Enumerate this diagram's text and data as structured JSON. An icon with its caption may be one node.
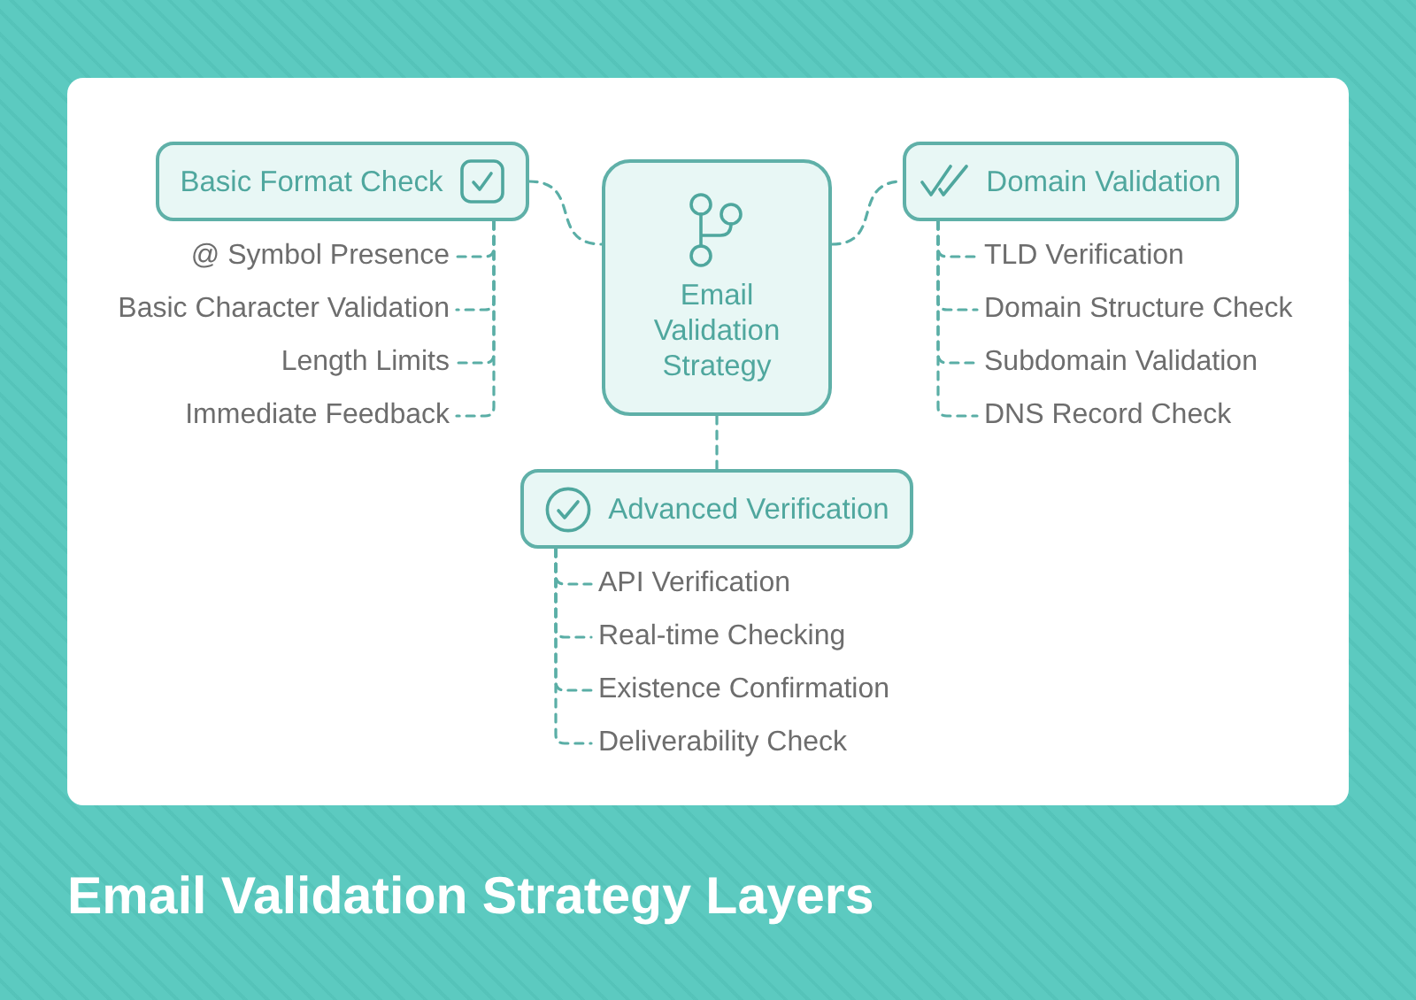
{
  "diagram": {
    "title": "Email Validation Strategy Layers",
    "nodes": [
      {
        "text": [
          "Basic Format Check"
        ]
      },
      {
        "text": [
          "Email Validation Strategy"
        ]
      },
      {
        "text": [
          "Domain Validation"
        ]
      },
      {
        "text": [
          "@ Symbol Presence"
        ]
      },
      {
        "text": [
          "Basic Character Validation"
        ]
      },
      {
        "text": [
          "Length Limits"
        ]
      },
      {
        "text": [
          "Immediate Feedback"
        ]
      },
      {
        "text": [
          "TLD Verification"
        ]
      },
      {
        "text": [
          "Domain Structure Check"
        ]
      },
      {
        "text": [
          "Subdomain Validation"
        ]
      },
      {
        "text": [
          "DNS Record Check"
        ]
      },
      {
        "text": [
          "Advanced Verification"
        ]
      },
      {
        "text": [
          "API Verification"
        ]
      },
      {
        "text": [
          "Real-time Checking"
        ]
      },
      {
        "text": [
          "Existence Confirmation"
        ]
      },
      {
        "text": [
          "Deliverability Check"
        ]
      }
    ],
    "edges": [
      {
        "from": 1,
        "to": 0,
        "arrow": "none",
        "style": "dashed"
      },
      {
        "from": 1,
        "to": 2,
        "arrow": "none",
        "style": "dashed"
      },
      {
        "from": 1,
        "to": 11,
        "arrow": "none",
        "style": "dashed"
      },
      {
        "from": 0,
        "to": 3,
        "arrow": "none",
        "style": "dashed"
      },
      {
        "from": 0,
        "to": 4,
        "arrow": "none",
        "style": "dashed"
      },
      {
        "from": 0,
        "to": 5,
        "arrow": "none",
        "style": "dashed"
      },
      {
        "from": 0,
        "to": 6,
        "arrow": "none",
        "style": "dashed"
      },
      {
        "from": 2,
        "to": 7,
        "arrow": "none",
        "style": "dashed"
      },
      {
        "from": 2,
        "to": 8,
        "arrow": "none",
        "style": "dashed"
      },
      {
        "from": 2,
        "to": 9,
        "arrow": "none",
        "style": "dashed"
      },
      {
        "from": 2,
        "to": 10,
        "arrow": "none",
        "style": "dashed"
      },
      {
        "from": 11,
        "to": 12,
        "arrow": "none",
        "style": "dashed"
      },
      {
        "from": 11,
        "to": 13,
        "arrow": "none",
        "style": "dashed"
      },
      {
        "from": 11,
        "to": 14,
        "arrow": "none",
        "style": "dashed"
      },
      {
        "from": 11,
        "to": 15,
        "arrow": "none",
        "style": "dashed"
      }
    ]
  }
}
